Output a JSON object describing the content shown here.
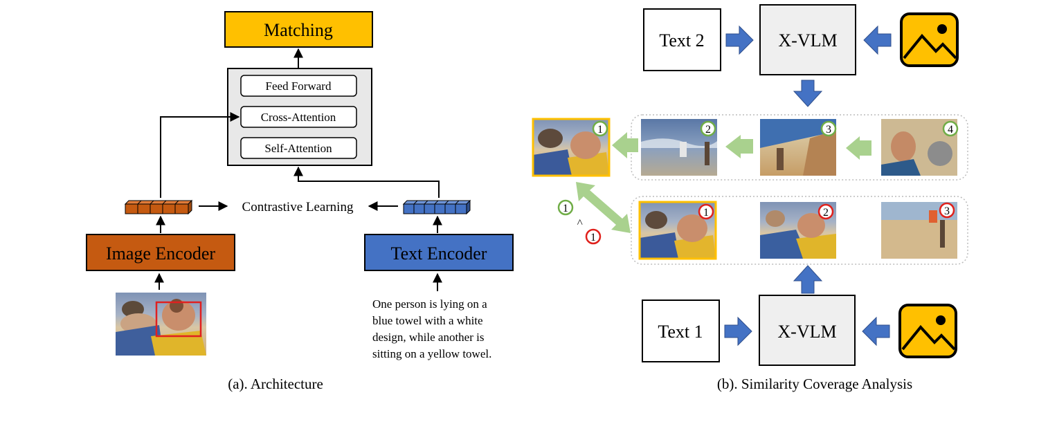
{
  "architecture": {
    "matching": "Matching",
    "feed_forward": "Feed Forward",
    "cross_attention": "Cross-Attention",
    "self_attention": "Self-Attention",
    "contrastive": "Contrastive Learning",
    "image_encoder": "Image Encoder",
    "text_encoder": "Text Encoder",
    "caption_lines": [
      "One person is lying on a",
      "blue towel with a white",
      "design, while another is",
      "sitting on a yellow towel."
    ],
    "figure_caption": "(a). Architecture"
  },
  "similarity": {
    "text2": "Text 2",
    "text1": "Text 1",
    "xvlm_top": "X-VLM",
    "xvlm_bottom": "X-VLM",
    "top_row_ranks": [
      "2",
      "3",
      "4"
    ],
    "bottom_row_ranks": [
      "1",
      "2",
      "3"
    ],
    "selected_rank": "1",
    "compare_green": "1",
    "compare_symbol": ">",
    "compare_red": "1",
    "figure_caption": "(b). Similarity Coverage Analysis"
  },
  "colors": {
    "matching": "#ffc000",
    "image_encoder": "#c55a11",
    "text_encoder": "#4472c4",
    "block_fill": "#e8e8e8",
    "arrow_blue": "#4472c4",
    "arrow_green": "#a9d18e",
    "rank_green": "#70ad47",
    "rank_red": "#e0201b",
    "highlight": "#ffc000"
  }
}
